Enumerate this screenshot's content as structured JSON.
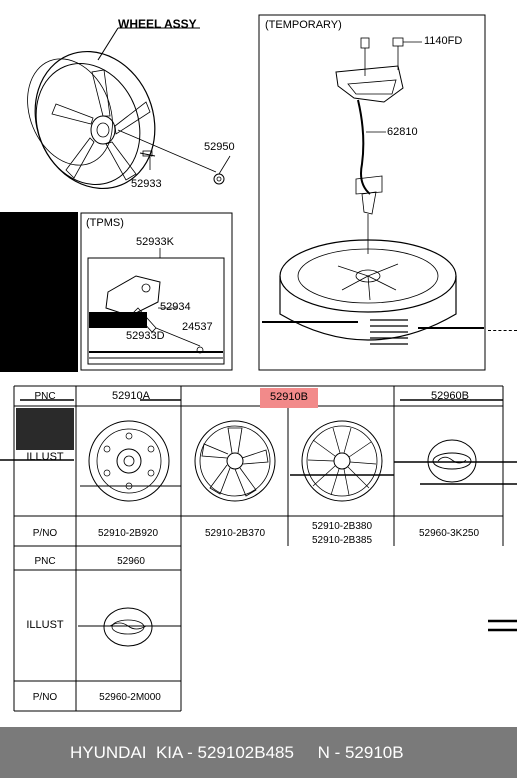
{
  "diagram": {
    "wheel_assy_title": "WHEEL ASSY",
    "temporary_label": "(TEMPORARY)",
    "tpms_label": "(TPMS)",
    "callouts": {
      "c52950": "52950",
      "c52933": "52933",
      "c1140fd": "1140FD",
      "c62810": "62810",
      "c52933k": "52933K",
      "c52934": "52934",
      "c24537": "24537",
      "c52933d": "52933D"
    }
  },
  "table": {
    "row_labels": {
      "pnc": "PNC",
      "illust": "ILLUST",
      "pno": "P/NO"
    },
    "top": {
      "pnc_values": [
        "52910A",
        "52910B",
        "52960B"
      ],
      "pnos": [
        "52910-2B920",
        "52910-2B370",
        "52910-2B380",
        "52910-2B385",
        "52960-3K250"
      ]
    },
    "bottom": {
      "pnc_value": "52960",
      "pno": "52960-2M000"
    }
  },
  "footer": {
    "text": "HYUNDAI  KIA - 529102B485     N - 52910B"
  },
  "colors": {
    "highlight": "#f28a8a",
    "footer_bg": "#7a7a7a"
  }
}
